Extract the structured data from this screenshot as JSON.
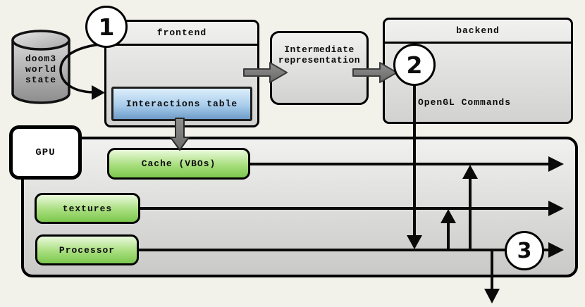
{
  "nodes": {
    "world_state": {
      "label": "doom3\nworld\nstate"
    },
    "frontend": {
      "title": "frontend"
    },
    "interactions_table": {
      "label": "Interactions table"
    },
    "intermediate_representation": {
      "label": "Intermediate\nrepresentation"
    },
    "backend": {
      "title": "backend",
      "body_label": "OpenGL Commands"
    },
    "gpu": {
      "label": "GPU"
    },
    "cache": {
      "label": "Cache (VBOs)"
    },
    "textures": {
      "label": "textures"
    },
    "processor": {
      "label": "Processor"
    }
  },
  "annotations": {
    "step_1": "1",
    "step_2": "2",
    "step_3": "3"
  },
  "colors": {
    "background": "#f2f1ea",
    "box_border": "#000000",
    "gray_box_top": "#f1f1f0",
    "gray_box_bottom": "#d2d2d0",
    "green_box_top": "#eafadc",
    "green_box_bottom": "#7cc84d",
    "blue_box_top": "#dceefb",
    "blue_box_bottom": "#6e9cc8",
    "cylinder_top": "#d6d6d6",
    "cylinder_bottom": "#8d8d8d",
    "block_arrow_fill": "#7d7d7d",
    "line": "#0a0a0a"
  }
}
